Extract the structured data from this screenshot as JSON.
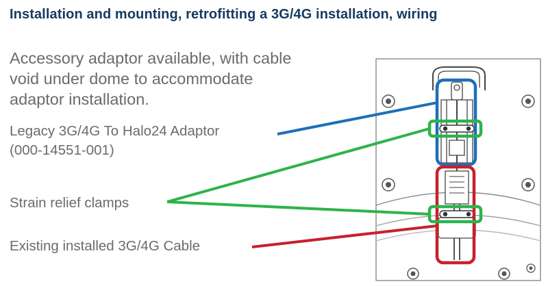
{
  "slide": {
    "title": "Installation and mounting, retrofitting a 3G/4G installation, wiring",
    "description_lines": [
      "Accessory adaptor available, with cable",
      "void under dome to accommodate",
      "adaptor installation."
    ],
    "labels": {
      "adaptor": "Legacy 3G/4G To Halo24 Adaptor",
      "adaptor_part_number": "(000-14551-001)",
      "strain_relief": "Strain relief clamps",
      "existing_cable": "Existing installed 3G/4G Cable"
    }
  },
  "colors": {
    "title": "#163a63",
    "body_text": "#6b6b6b",
    "adaptor_highlight": "#1e6fb8",
    "strain_relief_highlight": "#2db34a",
    "cable_highlight": "#c8202c"
  },
  "icons": [
    "mounting-screw-icon"
  ]
}
